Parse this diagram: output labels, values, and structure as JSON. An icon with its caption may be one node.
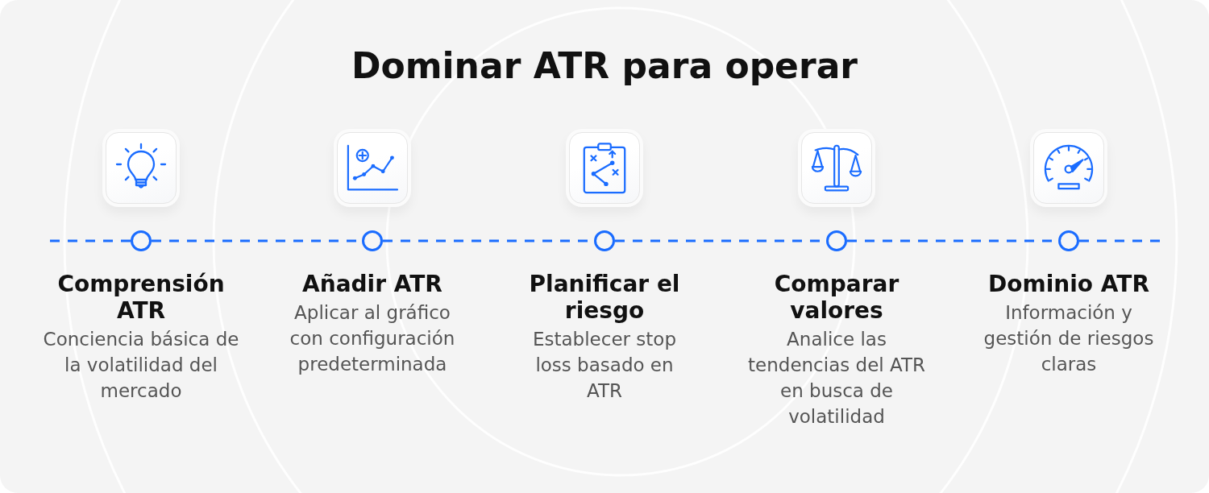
{
  "diagram": {
    "title": "Dominar ATR para operar",
    "nodes": [
      {
        "text": [],
        "shape": "circle",
        "beside": [
          "Comprensión ATR",
          "Conciencia básica de la volatilidad del mercado"
        ]
      },
      {
        "text": [],
        "shape": "circle",
        "beside": [
          "Añadir ATR",
          "Aplicar al gráfico con configuración predeterminada"
        ]
      },
      {
        "text": [],
        "shape": "circle",
        "beside": [
          "Planificar el riesgo",
          "Establecer stop loss basado en ATR"
        ]
      },
      {
        "text": [],
        "shape": "circle",
        "beside": [
          "Comparar valores",
          "Analice las tendencias del ATR en busca de volatilidad"
        ]
      },
      {
        "text": [],
        "shape": "circle",
        "beside": [
          "Dominio ATR",
          "Información y gestión de riesgos claras"
        ]
      }
    ],
    "edges": [
      {
        "from": null,
        "to": 0,
        "arrow": "none",
        "style": "dashed"
      },
      {
        "from": 0,
        "to": 1,
        "arrow": "none",
        "style": "dashed"
      },
      {
        "from": 1,
        "to": 2,
        "arrow": "none",
        "style": "dashed"
      },
      {
        "from": 2,
        "to": 3,
        "arrow": "none",
        "style": "dashed"
      },
      {
        "from": 3,
        "to": 4,
        "arrow": "none",
        "style": "dashed"
      },
      {
        "from": 4,
        "to": null,
        "arrow": "none",
        "style": "dashed"
      }
    ]
  }
}
